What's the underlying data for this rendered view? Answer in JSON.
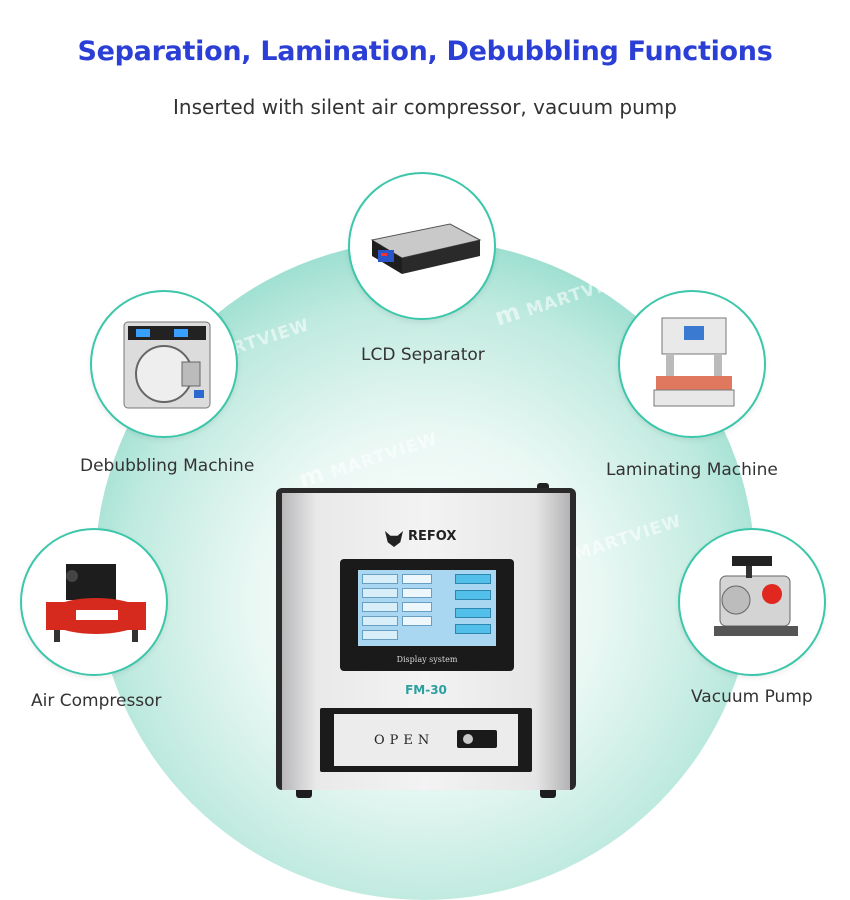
{
  "heading": {
    "title": "Separation, Lamination, Debubbling Functions",
    "subtitle": "Inserted with silent air compressor, vacuum pump"
  },
  "components": [
    {
      "label": "LCD Separator"
    },
    {
      "label": "Debubbling Machine"
    },
    {
      "label": "Laminating Machine"
    },
    {
      "label": "Air Compressor"
    },
    {
      "label": "Vacuum Pump"
    }
  ],
  "device": {
    "brand": "REFOX",
    "model": "FM-30",
    "screen_caption": "Display system",
    "drawer_label": "OPEN"
  },
  "watermark": "MARTVIEW",
  "colors": {
    "title": "#2b3fd6",
    "accent_teal": "#3cc7aa",
    "text": "#333333"
  }
}
